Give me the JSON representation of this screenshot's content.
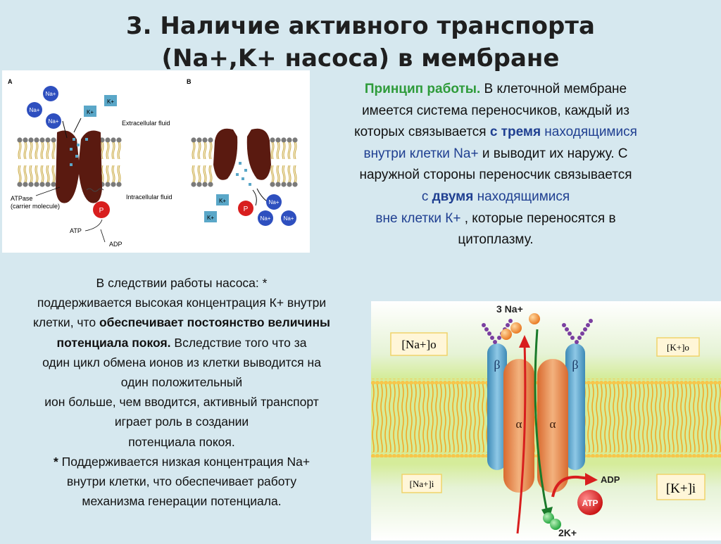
{
  "slide": {
    "title_line1": "3. Наличие активного транспорта",
    "title_line2": "(Na+,K+ насоса) в мембране"
  },
  "diagram_a": {
    "label_a": "A",
    "label_b": "B",
    "extracellular": "Extracellular fluid",
    "intracellular": "Intracellular fluid",
    "atpase_line1": "ATPase",
    "atpase_line2": "(carrier molecule)",
    "atp": "ATP",
    "adp": "ADP",
    "phosphate": "P",
    "na_ion": "Na+",
    "k_ion": "K+"
  },
  "principle": {
    "lead": "Принцип работы.",
    "t1": " В клеточной мембране",
    "t2": "имеется система переносчиков, каждый из",
    "t3": "которых связывается ",
    "s1": "с тремя",
    "t4": " находящимися",
    "t5": "внутри клетки Na+",
    "t6": " и выводит их наружу. С",
    "t7": "наружной стороны переносчик связывается",
    "t8": "с ",
    "s2": "двумя",
    "t9": " находящимися",
    "t10": "вне клетки К+",
    "t11": " , которые переносятся в",
    "t12": "цитоплазму."
  },
  "consequence": {
    "l1": "В следствии работы насоса:  *",
    "l2": "поддерживается высокая концентрация К+ внутри",
    "l3a": "клетки, что ",
    "l3b": "обеспечивает постоянство величины",
    "l4a": "потенциала покоя.",
    "l4b": " Вследствие того что за",
    "l5": "один цикл обмена ионов из клетки выводится на",
    "l6": "один положительный",
    "l7": "ион больше, чем вводится, активный транспорт",
    "l8": "играет роль в создании",
    "l9": "потенциала покоя.",
    "l10a": "*",
    "l10b": " Поддерживается низкая концентрация Na+",
    "l11": "внутри клетки, что обеспечивает работу",
    "l12": "механизма генерации потенциала."
  },
  "diagram_b": {
    "na_out": "[Na+]o",
    "k_out": "[K+]o",
    "na_in": "[Na+]i",
    "k_in": "[K+]i",
    "three_na": "3 Na+",
    "two_k": "2K+",
    "beta": "β",
    "alpha": "α",
    "atp": "ATP",
    "adp": "ADP"
  },
  "colors": {
    "background": "#d6e8ef",
    "green_text": "#2e9b3a",
    "blue_text": "#1f3f91",
    "na_ion": "#2e4fbf",
    "k_ion": "#5aa7c8",
    "carrier": "#5a1a10",
    "atp_red": "#d81e1e"
  }
}
